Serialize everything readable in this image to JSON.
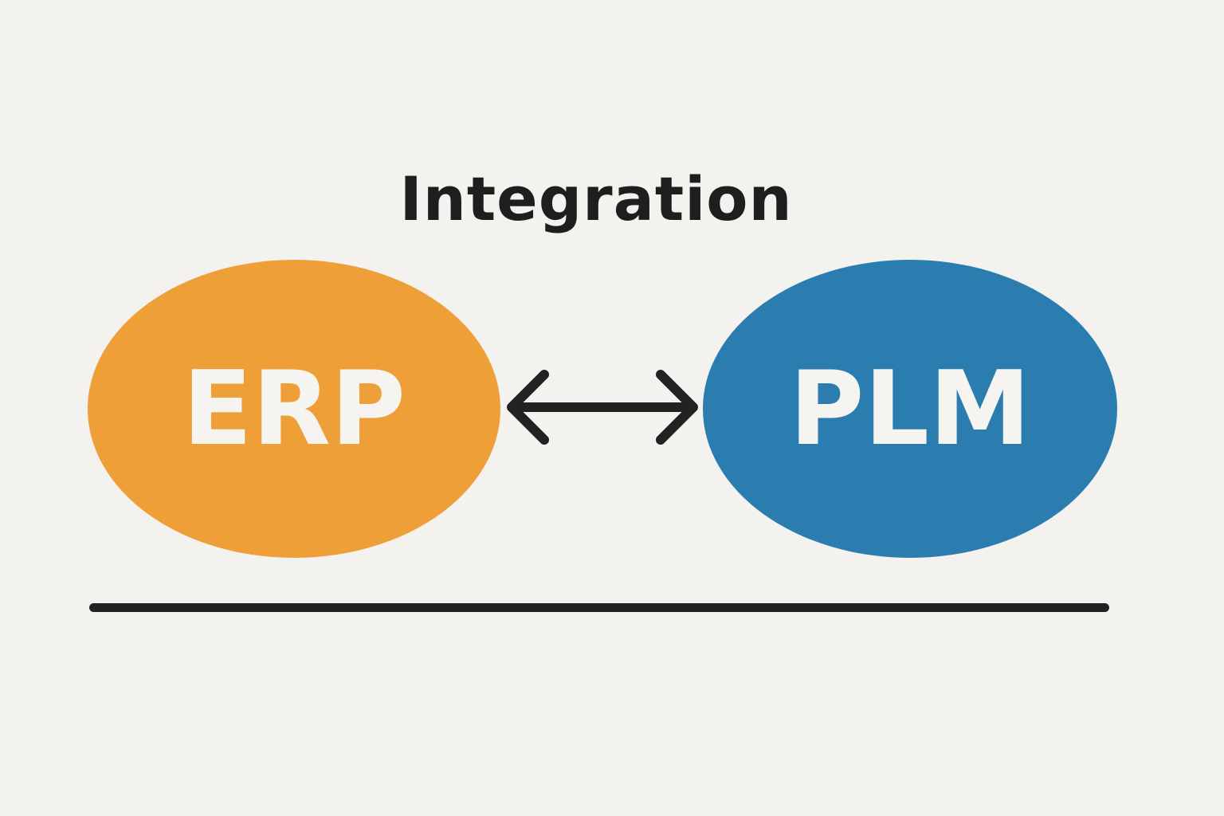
{
  "title": "Integration",
  "nodes": {
    "left": {
      "label": "ERP",
      "color": "#ef9f37"
    },
    "right": {
      "label": "PLM",
      "color": "#2b7db0"
    }
  },
  "connector": {
    "type": "bidirectional-arrow"
  }
}
